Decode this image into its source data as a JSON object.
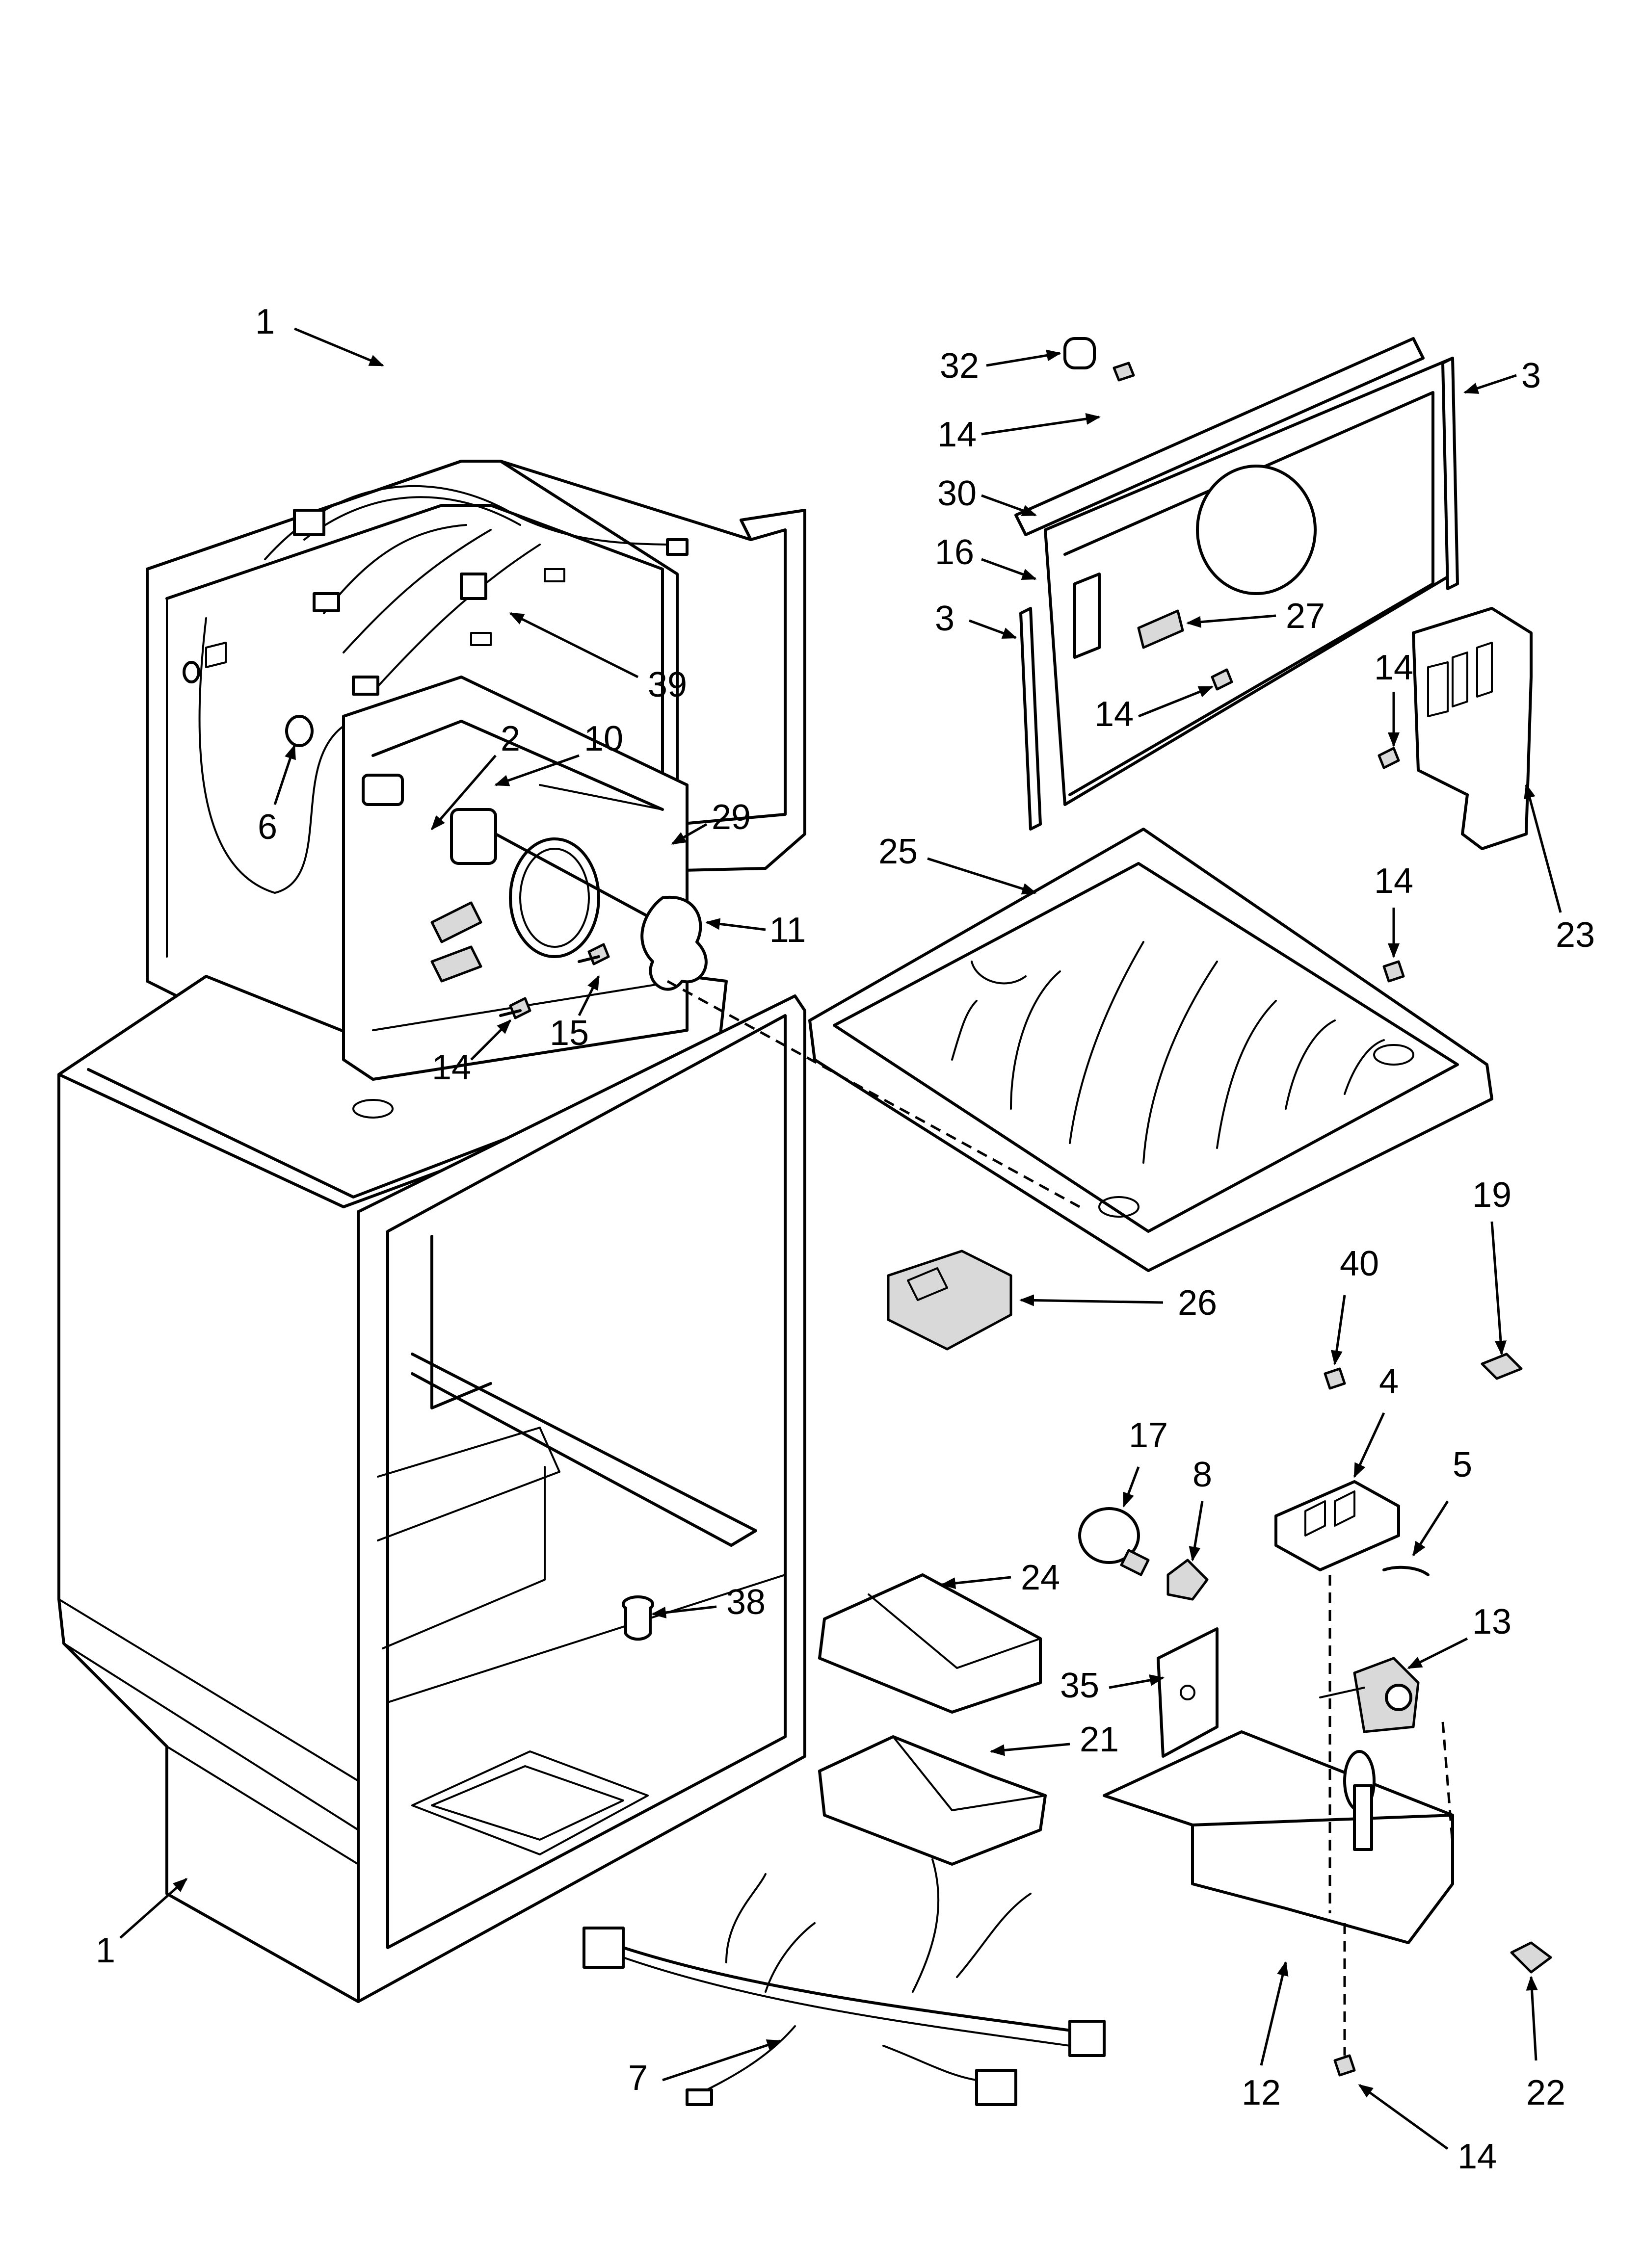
{
  "diagram": {
    "type": "exploded-parts-diagram",
    "callouts": [
      {
        "id": "c1a",
        "label": "1"
      },
      {
        "id": "c1b",
        "label": "1"
      },
      {
        "id": "c2",
        "label": "2"
      },
      {
        "id": "c3a",
        "label": "3"
      },
      {
        "id": "c3b",
        "label": "3"
      },
      {
        "id": "c4",
        "label": "4"
      },
      {
        "id": "c5",
        "label": "5"
      },
      {
        "id": "c6",
        "label": "6"
      },
      {
        "id": "c7",
        "label": "7"
      },
      {
        "id": "c8",
        "label": "8"
      },
      {
        "id": "c10",
        "label": "10"
      },
      {
        "id": "c11",
        "label": "11"
      },
      {
        "id": "c12",
        "label": "12"
      },
      {
        "id": "c13",
        "label": "13"
      },
      {
        "id": "c14a",
        "label": "14"
      },
      {
        "id": "c14b",
        "label": "14"
      },
      {
        "id": "c14c",
        "label": "14"
      },
      {
        "id": "c14d",
        "label": "14"
      },
      {
        "id": "c14e",
        "label": "14"
      },
      {
        "id": "c14f",
        "label": "14"
      },
      {
        "id": "c15",
        "label": "15"
      },
      {
        "id": "c16",
        "label": "16"
      },
      {
        "id": "c17",
        "label": "17"
      },
      {
        "id": "c19",
        "label": "19"
      },
      {
        "id": "c21",
        "label": "21"
      },
      {
        "id": "c22",
        "label": "22"
      },
      {
        "id": "c23",
        "label": "23"
      },
      {
        "id": "c24",
        "label": "24"
      },
      {
        "id": "c25",
        "label": "25"
      },
      {
        "id": "c26",
        "label": "26"
      },
      {
        "id": "c27",
        "label": "27"
      },
      {
        "id": "c29",
        "label": "29"
      },
      {
        "id": "c30",
        "label": "30"
      },
      {
        "id": "c32",
        "label": "32"
      },
      {
        "id": "c35",
        "label": "35"
      },
      {
        "id": "c38",
        "label": "38"
      },
      {
        "id": "c39",
        "label": "39"
      },
      {
        "id": "c40",
        "label": "40"
      }
    ]
  }
}
